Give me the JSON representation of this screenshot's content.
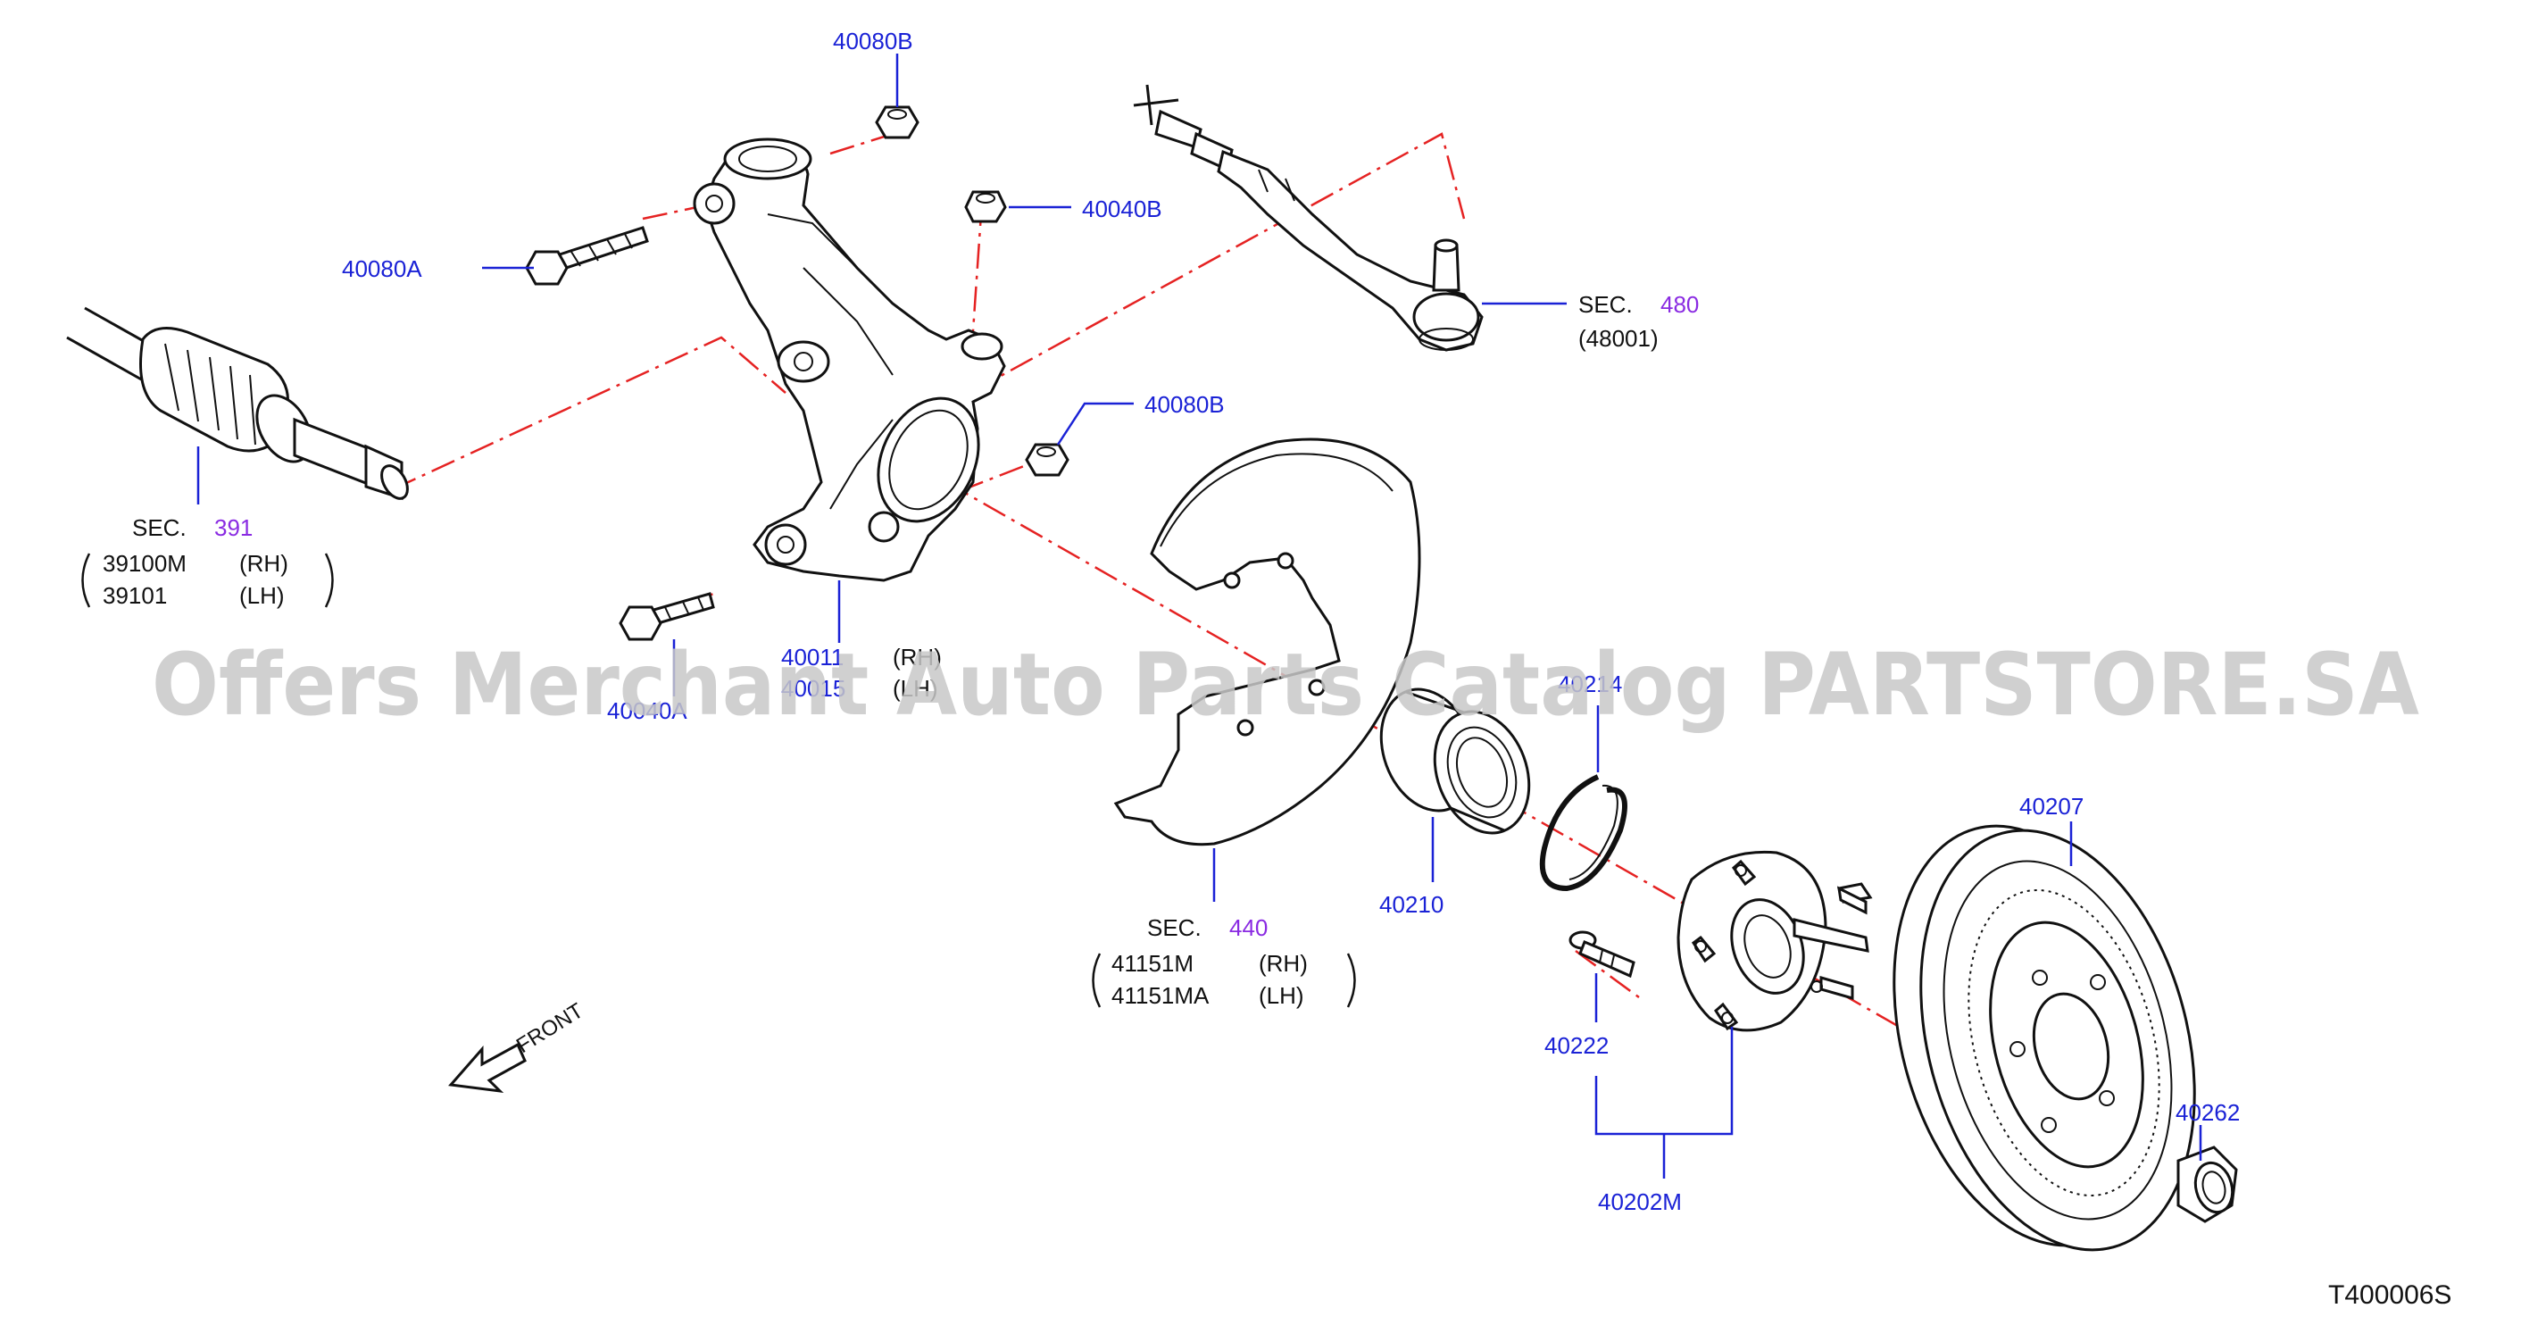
{
  "diagram": {
    "parts": {
      "p40080B_top": "40080B",
      "p40040B": "40040B",
      "p40080A": "40080A",
      "p40080B_mid": "40080B",
      "p40011": "40011",
      "p40015": "40015",
      "rh_knuckle": "(RH)",
      "lh_knuckle": "(LH)",
      "p40040A": "40040A",
      "p40210": "40210",
      "p40222": "40222",
      "p40202M": "40202M",
      "p40207": "40207",
      "p40262": "40262",
      "p40214": "40214"
    },
    "sections": {
      "sec_word": "SEC.",
      "sec391_num": "391",
      "sec391_a": "39100M",
      "sec391_a_side": "(RH)",
      "sec391_b": "39101",
      "sec391_b_side": "(LH)",
      "sec480_num": "480",
      "sec480_ref": "(48001)",
      "sec440_num": "440",
      "sec440_a": "41151M",
      "sec440_a_side": "(RH)",
      "sec440_b": "41151MA",
      "sec440_b_side": "(LH)"
    },
    "front_label": "FRONT",
    "drawing_code": "T400006S",
    "watermark": "Offers Merchant Auto Parts Catalog PARTSTORE.SA",
    "colors": {
      "label": "#1a22d6",
      "section_number": "#8a2be2",
      "centerline": "#e52222",
      "outline": "#111111"
    },
    "icons": [
      "front-arrow-icon"
    ]
  }
}
